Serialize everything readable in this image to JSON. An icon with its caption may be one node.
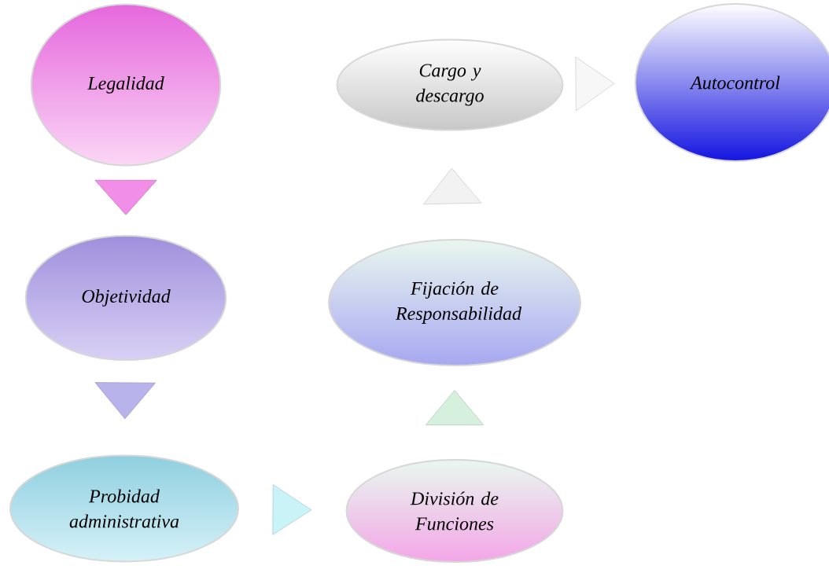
{
  "diagram": {
    "nodes": [
      {
        "text": [
          "Legalidad"
        ]
      },
      {
        "text": [
          "Objetividad"
        ]
      },
      {
        "text": [
          "Probidad administrativa"
        ]
      },
      {
        "text": [
          "División de Funciones"
        ]
      },
      {
        "text": [
          "Fijación de Responsabilidad"
        ]
      },
      {
        "text": [
          "Cargo y descargo"
        ]
      },
      {
        "text": [
          "Autocontrol"
        ]
      }
    ],
    "edges": [
      {
        "from": 0,
        "to": 1,
        "arrow": "to",
        "color": "#f08ee8"
      },
      {
        "from": 1,
        "to": 2,
        "arrow": "to",
        "color": "#b9b3ec"
      },
      {
        "from": 2,
        "to": 3,
        "arrow": "to",
        "color": "#c9f3f7"
      },
      {
        "from": 3,
        "to": 4,
        "arrow": "to",
        "color": "#d5f0dc"
      },
      {
        "from": 4,
        "to": 5,
        "arrow": "to",
        "color": "#f2f2f2"
      },
      {
        "from": 5,
        "to": 6,
        "arrow": "to",
        "color": "#f7f7f7"
      }
    ]
  }
}
